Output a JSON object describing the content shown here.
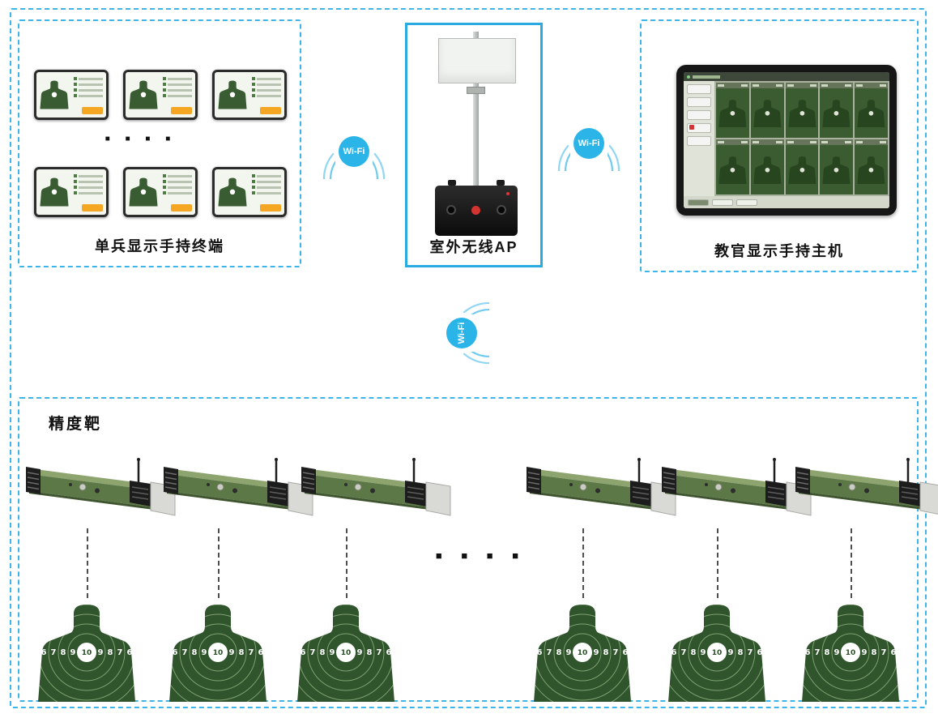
{
  "labels": {
    "terminal_box": "单兵显示手持终端",
    "ap_box": "室外无线AP",
    "instructor_box": "教官显示手持主机",
    "precision_target": "精度靶",
    "wifi": "Wi-Fi"
  },
  "dots": "■ ■ ■ ■",
  "target_rings": {
    "numbers": [
      "6",
      "7",
      "8",
      "9",
      "10",
      "9",
      "8",
      "7",
      "6"
    ]
  },
  "colors": {
    "diagram_blue": "#29abe2",
    "wifi_blue": "#2ab4e8",
    "target_green": "#30552c",
    "button_orange": "#f5a623"
  }
}
